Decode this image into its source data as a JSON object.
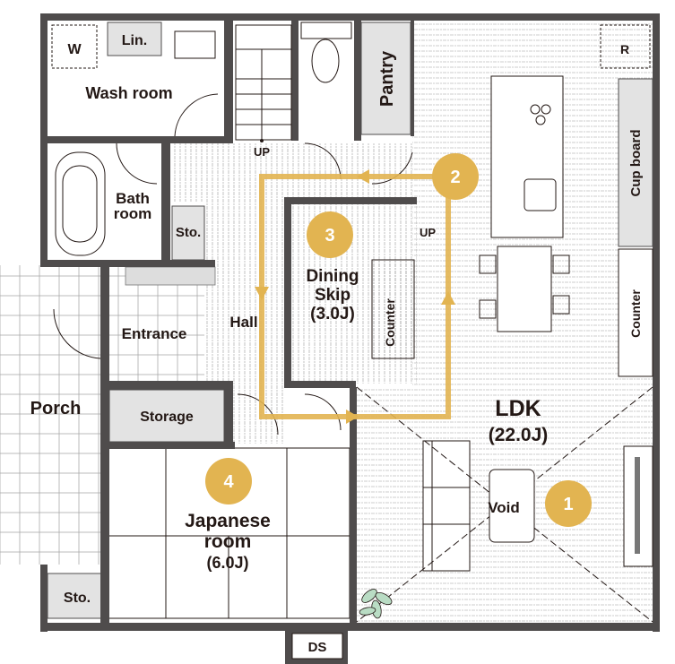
{
  "plan": {
    "rooms": {
      "w": "W",
      "lin": "Lin.",
      "wash_room": "Wash room",
      "pantry": "Pantry",
      "r": "R",
      "up_stairs": "UP",
      "up_skip": "UP",
      "bath_line1": "Bath",
      "bath_line2": "room",
      "sto_upper": "Sto.",
      "cup_board": "Cup board",
      "dining_line1": "Dining",
      "dining_line2": "Skip",
      "dining_size": "(3.0J)",
      "counter_dining": "Counter",
      "counter_kitchen": "Counter",
      "hall": "Hall",
      "entrance": "Entrance",
      "porch": "Porch",
      "storage": "Storage",
      "ldk": "LDK",
      "ldk_size": "(22.0J)",
      "void": "Void",
      "japanese_line1": "Japanese",
      "japanese_line2": "room",
      "japanese_size": "(6.0J)",
      "sto_lower": "Sto.",
      "ds": "DS"
    },
    "markers": [
      "1",
      "2",
      "3",
      "4"
    ],
    "colors": {
      "wall": "#4f4c4c",
      "accent": "#e2b451",
      "storage_fill": "#e3e3e3",
      "plant": "#b9dcc4"
    }
  }
}
